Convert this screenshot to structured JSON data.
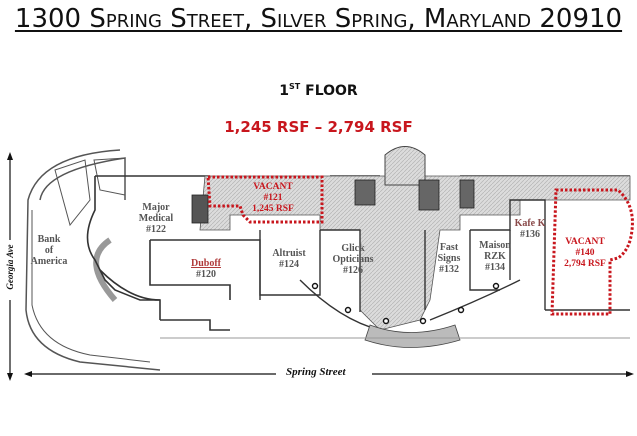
{
  "header": {
    "address": "1300 Spring Street, Silver Spring, Maryland 20910",
    "floor_number": "1",
    "floor_suffix": "ST",
    "floor_label": "FLOOR",
    "rsf_range": "1,245 RSF – 2,794 RSF"
  },
  "streets": {
    "left": "Georgia Ave",
    "bottom": "Spring Street"
  },
  "tenants": [
    {
      "name": "Bank of America",
      "lines": [
        "Bank",
        "of",
        "America"
      ]
    },
    {
      "name": "Major Medical",
      "lines": [
        "Major",
        "Medical",
        "#122"
      ]
    },
    {
      "name": "Duboff",
      "lines": [
        "Duboff",
        "#120"
      ]
    },
    {
      "name": "Altruist",
      "lines": [
        "Altruist",
        "#124"
      ]
    },
    {
      "name": "Glick Opticians",
      "lines": [
        "Glick",
        "Opticians",
        "#126"
      ]
    },
    {
      "name": "Fast Signs",
      "lines": [
        "Fast",
        "Signs",
        "#132"
      ]
    },
    {
      "name": "Maison RZK",
      "lines": [
        "Maison",
        "RZK",
        "#134"
      ]
    },
    {
      "name": "Kafe K",
      "lines": [
        "Kafe K",
        "#136"
      ]
    }
  ],
  "vacancies": [
    {
      "lines": [
        "VACANT",
        "#121",
        "1,245 RSF"
      ],
      "suite": "#121",
      "size": "1,245 RSF"
    },
    {
      "lines": [
        "VACANT",
        "#140",
        "2,794 RSF"
      ],
      "suite": "#140",
      "size": "2,794 RSF"
    }
  ],
  "colors": {
    "vacant": "#c8161d",
    "walls": "#333333",
    "corridor": "#d9d9d9"
  }
}
